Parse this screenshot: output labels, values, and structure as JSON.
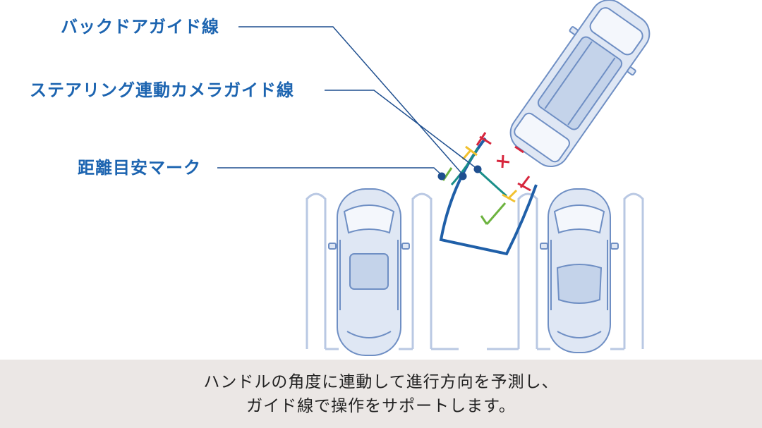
{
  "labels": {
    "back_guide": "バックドアガイド線",
    "steering_guide": "ステアリング連動カメラガイド線",
    "distance_mark": "距離目安マーク"
  },
  "caption": {
    "line1": "ハンドルの角度に連動して進行方向を予測し、",
    "line2": "ガイド線で操作をサポートします。"
  },
  "colors": {
    "label_blue": "#1c64b0",
    "guide_blue": "#1f5fa8",
    "steer_teal": "#1a8f8a",
    "mark_green": "#6db33f",
    "mark_yellow": "#f2c12e",
    "mark_red": "#d7263d",
    "car_outline": "#6f8fc4",
    "car_fill": "#dfe7f4",
    "footer_bg": "#ebe7e5"
  }
}
